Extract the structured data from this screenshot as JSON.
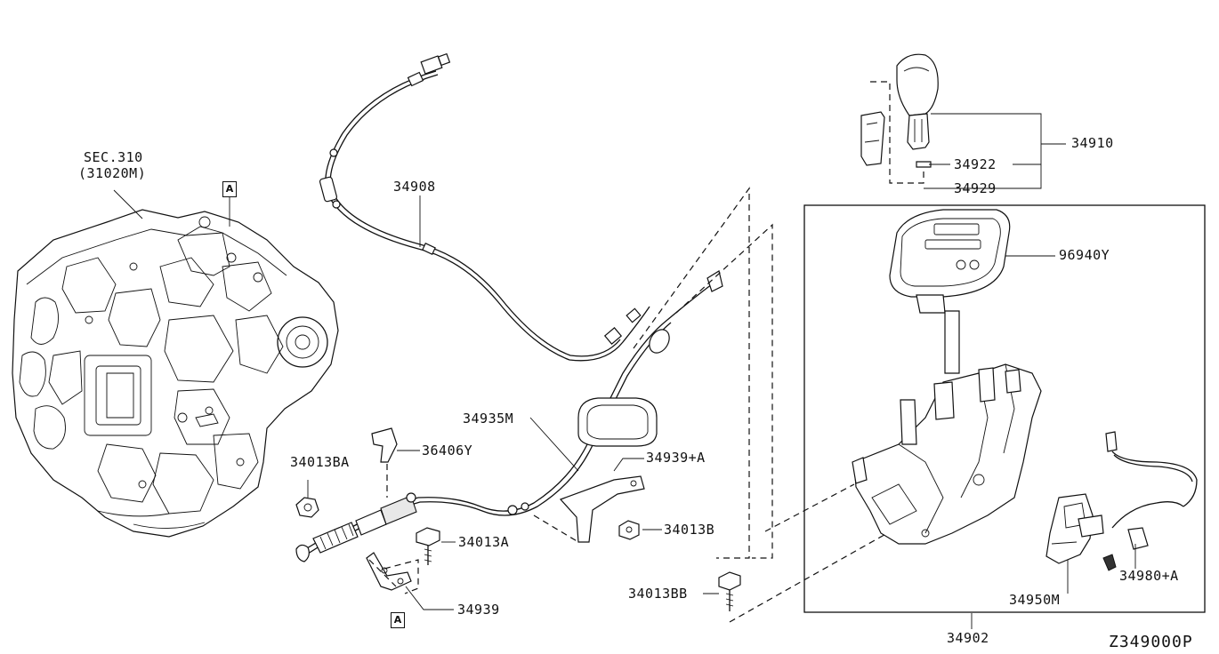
{
  "diagram": {
    "reference_code": "Z349000P",
    "transmission_labels": {
      "section": "SEC.310",
      "part": "(31020M)"
    },
    "callouts": {
      "p34910": "34910",
      "p34922": "34922",
      "p34929": "34929",
      "p96940Y": "96940Y",
      "p34908": "34908",
      "p34935M": "34935M",
      "p36406Y": "36406Y",
      "p34939A": "34939+A",
      "p34013BA": "34013BA",
      "p34013A": "34013A",
      "p34013B": "34013B",
      "p34939": "34939",
      "p34013BB": "34013BB",
      "p34950M": "34950M",
      "p34980A": "34980+A",
      "p34902": "34902"
    },
    "view_markers": {
      "marker_top": "A",
      "marker_bottom": "A"
    }
  }
}
